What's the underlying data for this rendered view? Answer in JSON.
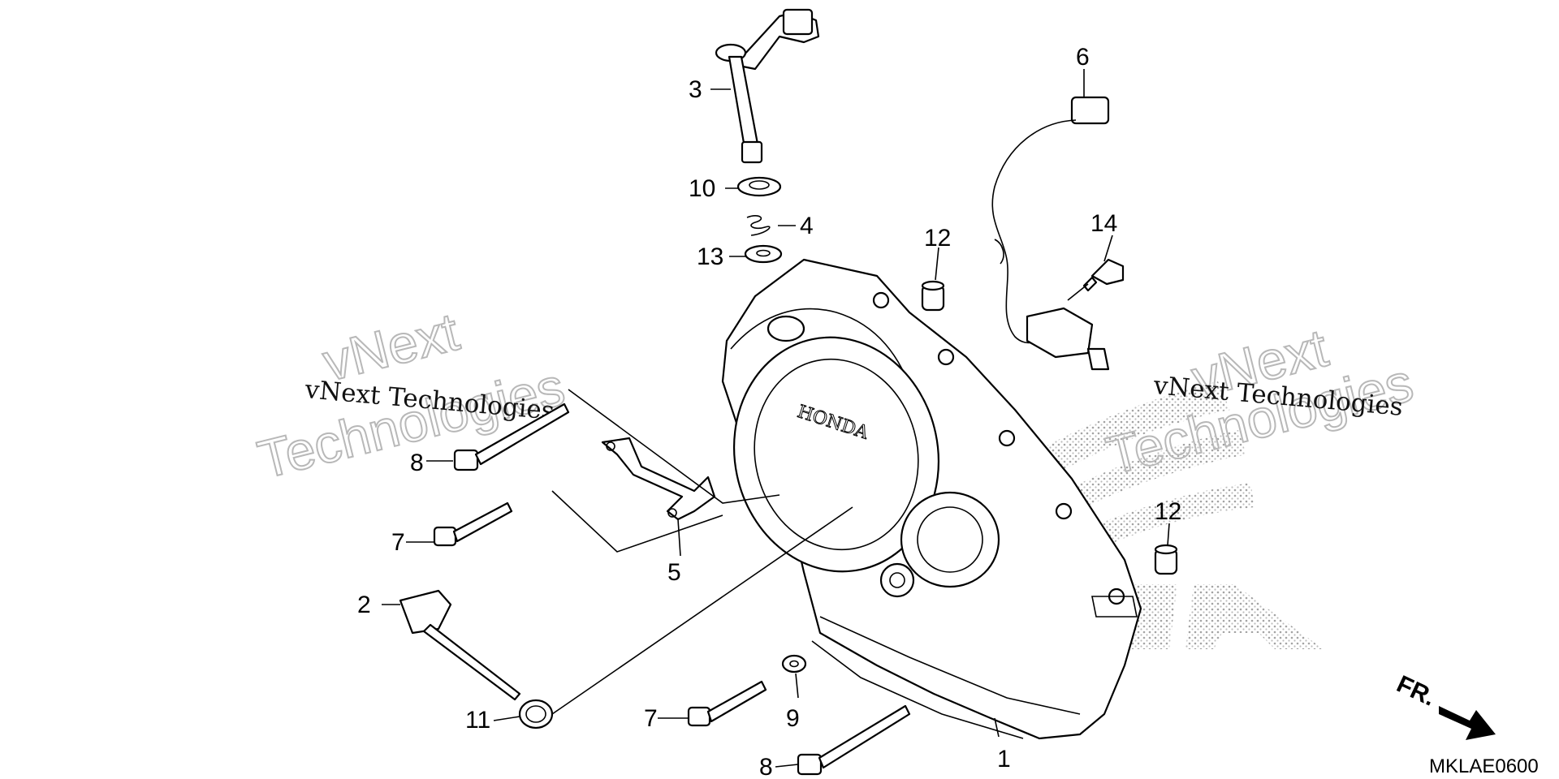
{
  "diagram": {
    "code": "MKLAE0600",
    "emblem_text": "HONDA",
    "watermarks": [
      {
        "id": "left",
        "small": "vNext Technologies",
        "big_line1": "vNext",
        "big_line2": "Technologies"
      },
      {
        "id": "right",
        "small": "vNext Technologies",
        "big_line1": "vNext",
        "big_line2": "Technologies"
      }
    ],
    "direction_indicator": {
      "label": "FR."
    },
    "callouts": [
      {
        "id": "c1",
        "label": "1"
      },
      {
        "id": "c2",
        "label": "2"
      },
      {
        "id": "c3",
        "label": "3"
      },
      {
        "id": "c4",
        "label": "4"
      },
      {
        "id": "c5",
        "label": "5"
      },
      {
        "id": "c6",
        "label": "6"
      },
      {
        "id": "c7a",
        "label": "7"
      },
      {
        "id": "c7b",
        "label": "7"
      },
      {
        "id": "c8a",
        "label": "8"
      },
      {
        "id": "c8b",
        "label": "8"
      },
      {
        "id": "c9",
        "label": "9"
      },
      {
        "id": "c10",
        "label": "10"
      },
      {
        "id": "c11",
        "label": "11"
      },
      {
        "id": "c12a",
        "label": "12"
      },
      {
        "id": "c12b",
        "label": "12"
      },
      {
        "id": "c13",
        "label": "13"
      },
      {
        "id": "c14",
        "label": "14"
      }
    ]
  }
}
